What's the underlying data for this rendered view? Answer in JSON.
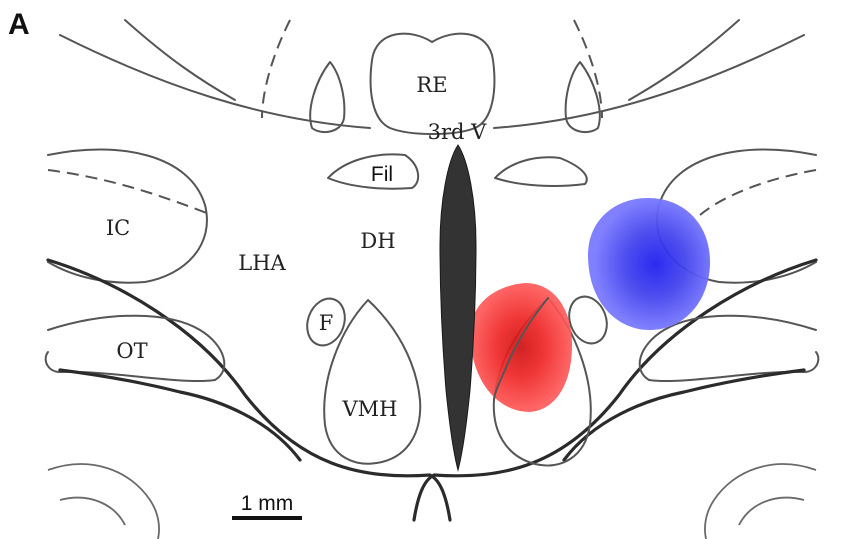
{
  "panel_label": "A",
  "regions": {
    "re": "RE",
    "third_ventricle": "3rd V",
    "fil": "Fil",
    "ic": "IC",
    "lha": "LHA",
    "dh": "DH",
    "f": "F",
    "ot": "OT",
    "vmh": "VMH"
  },
  "scale_bar": {
    "label": "1 mm"
  },
  "colors": {
    "outline": "#555555",
    "ventricle": "#333333",
    "red_spot": "#ff2a2a",
    "blue_spot": "#2a2aff"
  }
}
